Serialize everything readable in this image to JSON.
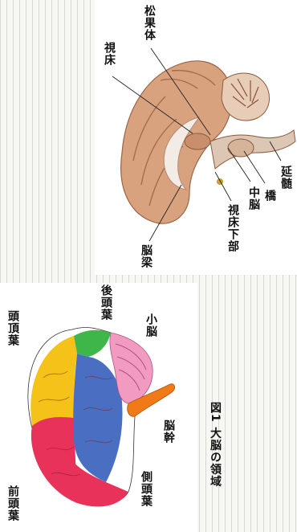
{
  "colors": {
    "frontal": "#e8325a",
    "parietal": "#f5c21a",
    "occipital": "#3fb64a",
    "temporal": "#4a6fc2",
    "cerebellum": "#f29bc0",
    "brainstem": "#f07a18",
    "cortex": "#d9a27e",
    "panel_bg": "#ffffff",
    "stripe": "#d8d8d2"
  },
  "labels_top": {
    "pineal": "松果体",
    "thalamus": "視床",
    "corpus_callosum": "脳梁",
    "hypothalamus": "視床下部",
    "midbrain": "中脳",
    "pons": "橋",
    "medulla": "延髄"
  },
  "labels_bottom": {
    "frontal": "前頭葉",
    "parietal": "頭頂葉",
    "occipital": "後頭葉",
    "cerebellum": "小脳",
    "temporal": "側頭葉",
    "brainstem": "脳幹"
  },
  "caption": "図1 大脳の領域"
}
